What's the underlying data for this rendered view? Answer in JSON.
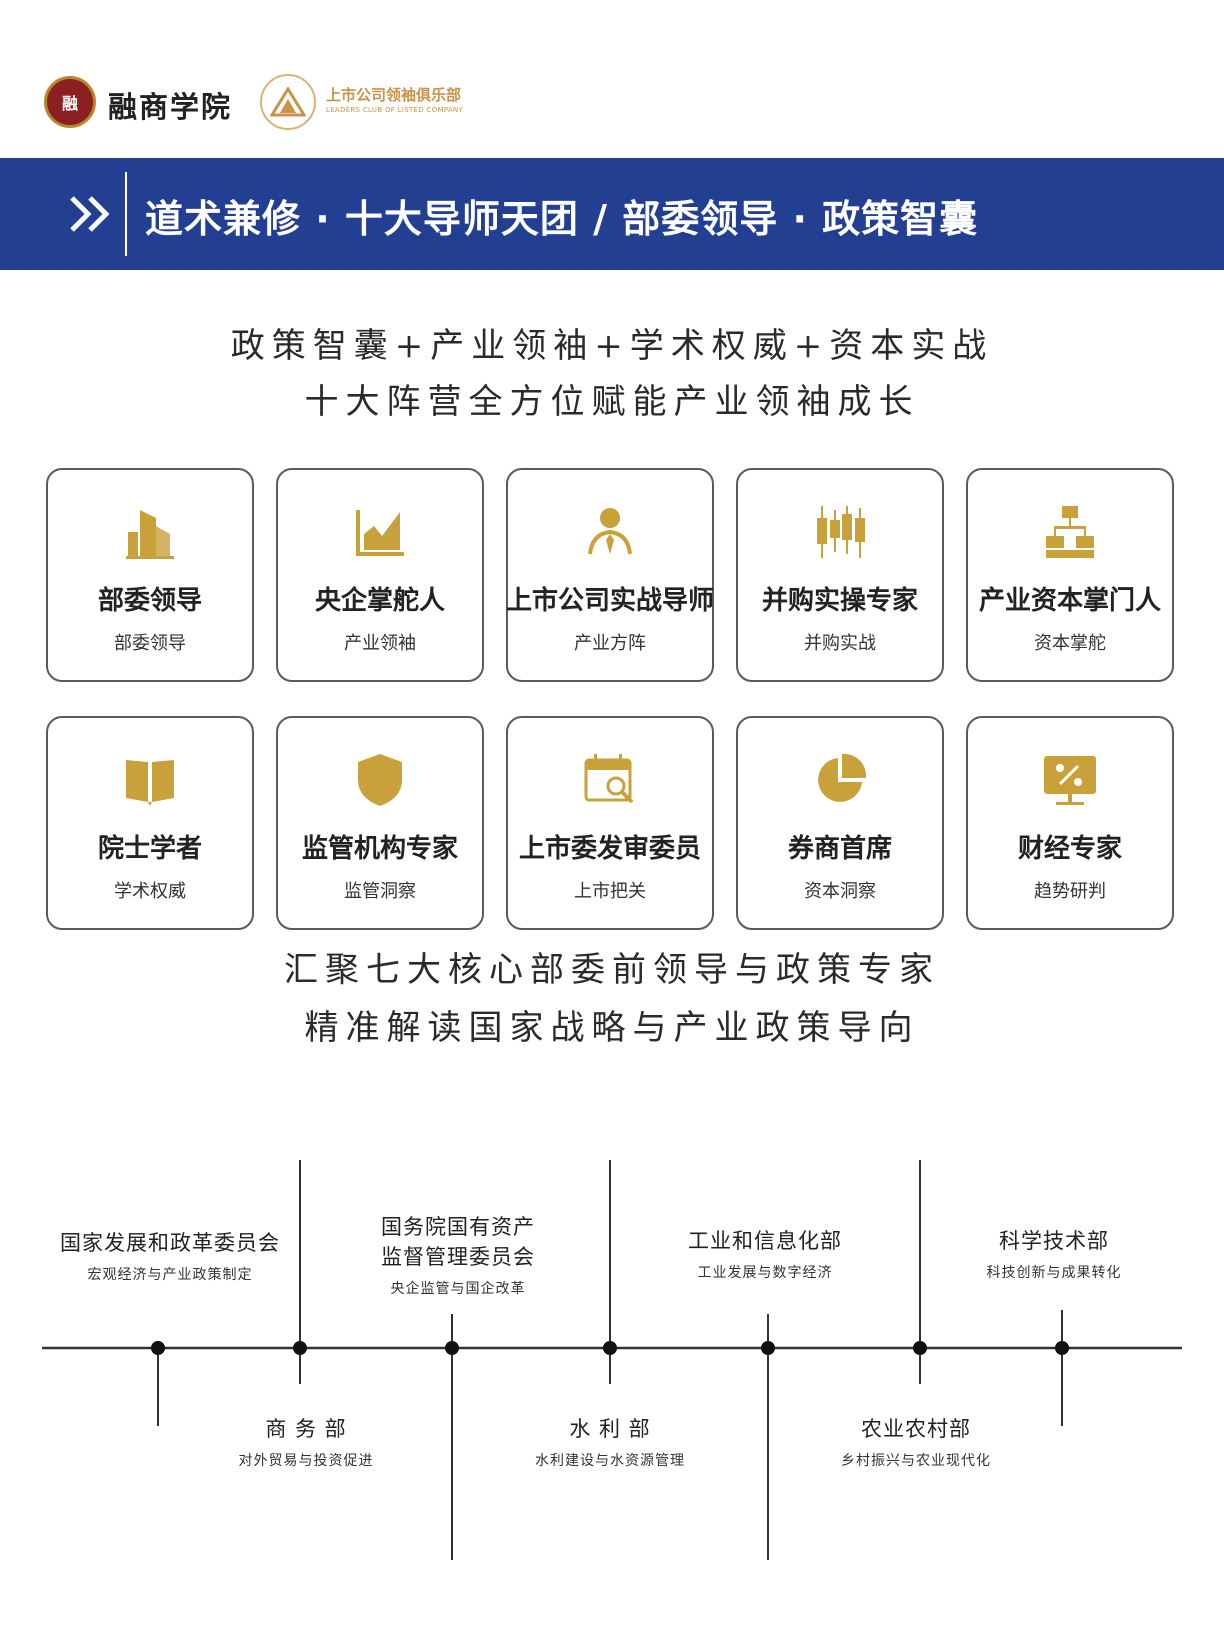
{
  "header": {
    "logo_seal_text": "融",
    "brand_name": "融商学院",
    "club_name": "上市公司领袖俱乐部",
    "club_name_en": "LEADERS CLUB OF LISTED COMPANY"
  },
  "banner": {
    "title": "道术兼修 · 十大导师天团 / 部委领导 · 政策智囊"
  },
  "section1": {
    "line1": "政策智囊+产业领袖+学术权威+资本实战",
    "line2": "十大阵营全方位赋能产业领袖成长"
  },
  "cards": [
    {
      "title": "部委领导",
      "subtitle": "部委领导",
      "icon": "building-icon"
    },
    {
      "title": "央企掌舵人",
      "subtitle": "产业领袖",
      "icon": "growth-chart-icon"
    },
    {
      "title": "上市公司实战导师",
      "subtitle": "产业方阵",
      "icon": "mentor-icon"
    },
    {
      "title": "并购实操专家",
      "subtitle": "并购实战",
      "icon": "candlestick-icon"
    },
    {
      "title": "产业资本掌门人",
      "subtitle": "资本掌舵",
      "icon": "org-chart-icon"
    },
    {
      "title": "院士学者",
      "subtitle": "学术权威",
      "icon": "book-icon"
    },
    {
      "title": "监管机构专家",
      "subtitle": "监管洞察",
      "icon": "shield-icon"
    },
    {
      "title": "上市委发审委员",
      "subtitle": "上市把关",
      "icon": "calendar-search-icon"
    },
    {
      "title": "券商首席",
      "subtitle": "资本洞察",
      "icon": "pie-chart-icon"
    },
    {
      "title": "财经专家",
      "subtitle": "趋势研判",
      "icon": "finance-screen-icon"
    }
  ],
  "section2": {
    "line1": "汇聚七大核心部委前领导与政策专家",
    "line2": "精准解读国家战略与产业政策导向"
  },
  "ministries_top": [
    {
      "name": "国家发展和政革委员会",
      "desc": "宏观经济与产业政策制定"
    },
    {
      "name": "国务院国有资产\n监督管理委员会",
      "desc": "央企监管与国企改革"
    },
    {
      "name": "工业和信息化部",
      "desc": "工业发展与数字经济"
    },
    {
      "name": "科学技术部",
      "desc": "科技创新与成果转化"
    }
  ],
  "ministries_bottom": [
    {
      "name": "商 务 部",
      "desc": "对外贸易与投资促进"
    },
    {
      "name": "水 利 部",
      "desc": "水利建设与水资源管理"
    },
    {
      "name": "农业农村部",
      "desc": "乡村振兴与农业现代化"
    }
  ],
  "colors": {
    "banner": "#233f92",
    "gold": "#c9a13b",
    "card_border": "#5a5a5a",
    "text": "#2a2a2a"
  }
}
